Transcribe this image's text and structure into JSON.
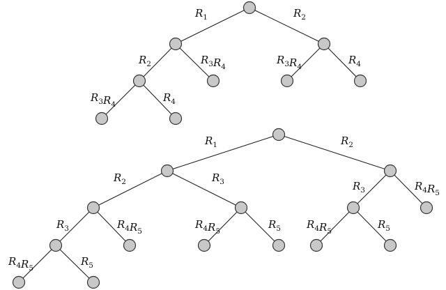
{
  "trees": [
    {
      "nodes": [
        "t1-root",
        "t1-a",
        "t1-b",
        "t1-c",
        "t1-d",
        "t1-e",
        "t1-f",
        "t1-g",
        "t1-h"
      ],
      "edges": [
        {
          "from": "t1-root",
          "to": "t1-a",
          "label": [
            [
              "R",
              "1"
            ]
          ]
        },
        {
          "from": "t1-root",
          "to": "t1-b",
          "label": [
            [
              "R",
              "2"
            ]
          ]
        },
        {
          "from": "t1-a",
          "to": "t1-c",
          "label": [
            [
              "R",
              "2"
            ]
          ]
        },
        {
          "from": "t1-a",
          "to": "t1-d",
          "label": [
            [
              "R",
              "3"
            ],
            [
              "R",
              "4"
            ]
          ]
        },
        {
          "from": "t1-b",
          "to": "t1-e",
          "label": [
            [
              "R",
              "3"
            ],
            [
              "R",
              "4"
            ]
          ]
        },
        {
          "from": "t1-b",
          "to": "t1-f",
          "label": [
            [
              "R",
              "4"
            ]
          ]
        },
        {
          "from": "t1-c",
          "to": "t1-g",
          "label": [
            [
              "R",
              "3"
            ],
            [
              "R",
              "4"
            ]
          ]
        },
        {
          "from": "t1-c",
          "to": "t1-h",
          "label": [
            [
              "R",
              "4"
            ]
          ]
        }
      ]
    },
    {
      "nodes": [
        "t2-root",
        "t2-a",
        "t2-b",
        "t2-c",
        "t2-d",
        "t2-e",
        "t2-f",
        "t2-g",
        "t2-h",
        "t2-i",
        "t2-j",
        "t2-k",
        "t2-l",
        "t2-m",
        "t2-n"
      ],
      "edges": [
        {
          "from": "t2-root",
          "to": "t2-a",
          "label": [
            [
              "R",
              "1"
            ]
          ]
        },
        {
          "from": "t2-root",
          "to": "t2-b",
          "label": [
            [
              "R",
              "2"
            ]
          ]
        },
        {
          "from": "t2-a",
          "to": "t2-c",
          "label": [
            [
              "R",
              "2"
            ]
          ]
        },
        {
          "from": "t2-a",
          "to": "t2-d",
          "label": [
            [
              "R",
              "3"
            ]
          ]
        },
        {
          "from": "t2-b",
          "to": "t2-e",
          "label": [
            [
              "R",
              "3"
            ]
          ]
        },
        {
          "from": "t2-b",
          "to": "t2-f",
          "label": [
            [
              "R",
              "4"
            ],
            [
              "R",
              "5"
            ]
          ]
        },
        {
          "from": "t2-c",
          "to": "t2-g",
          "label": [
            [
              "R",
              "3"
            ]
          ]
        },
        {
          "from": "t2-c",
          "to": "t2-h",
          "label": [
            [
              "R",
              "4"
            ],
            [
              "R",
              "5"
            ]
          ]
        },
        {
          "from": "t2-d",
          "to": "t2-i",
          "label": [
            [
              "R",
              "4"
            ],
            [
              "R",
              "5"
            ]
          ]
        },
        {
          "from": "t2-d",
          "to": "t2-j",
          "label": [
            [
              "R",
              "5"
            ]
          ]
        },
        {
          "from": "t2-e",
          "to": "t2-k",
          "label": [
            [
              "R",
              "4"
            ],
            [
              "R",
              "5"
            ]
          ]
        },
        {
          "from": "t2-e",
          "to": "t2-l",
          "label": [
            [
              "R",
              "5"
            ]
          ]
        },
        {
          "from": "t2-g",
          "to": "t2-m",
          "label": [
            [
              "R",
              "4"
            ],
            [
              "R",
              "5"
            ]
          ]
        },
        {
          "from": "t2-g",
          "to": "t2-n",
          "label": [
            [
              "R",
              "5"
            ]
          ]
        }
      ]
    }
  ]
}
